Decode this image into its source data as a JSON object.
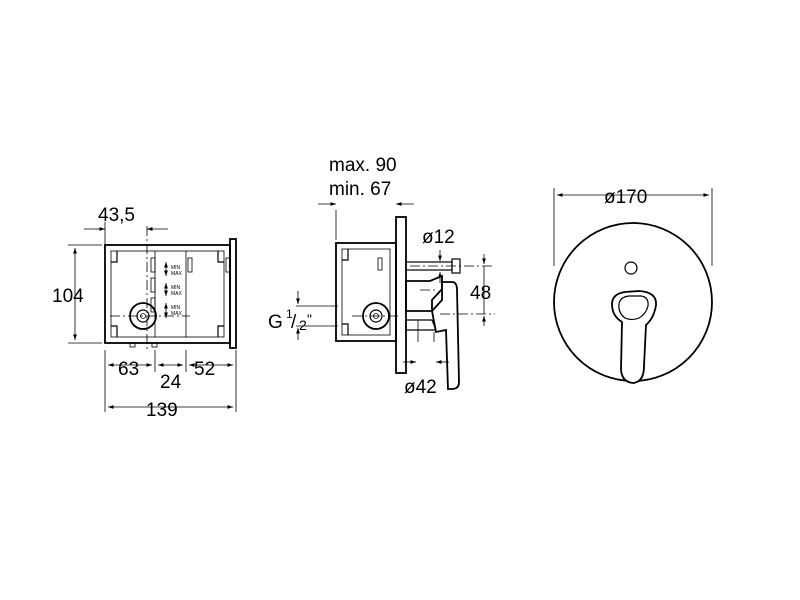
{
  "views": {
    "body": {
      "dim_width_top": "43,5",
      "dim_height": "104",
      "dim_left": "63",
      "dim_center": "24",
      "dim_right": "52",
      "dim_total": "139",
      "marks": [
        "MIN",
        "MAX",
        "MIN",
        "MAX",
        "MIN",
        "MAX"
      ]
    },
    "side": {
      "dim_max": "max. 90",
      "dim_min": "min. 67",
      "dim_pin": "ø12",
      "dim_offset": "48",
      "dim_spout": "ø42",
      "thread_g": "G",
      "thread_num": "1",
      "thread_den": "2",
      "thread_inch": "\""
    },
    "front": {
      "dim_plate": "ø170"
    }
  }
}
